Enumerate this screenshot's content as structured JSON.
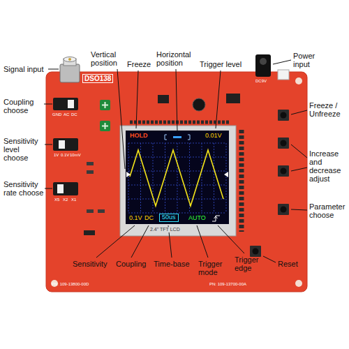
{
  "diagram": {
    "nodes": [
      {
        "text": [
          "50us"
        ]
      }
    ],
    "labels": [
      "Signal input",
      "Vertical position",
      "Freeze",
      "Horizontal position",
      "Trigger level",
      "Power input",
      "Coupling choose",
      "Freeze / Unfreeze",
      "Sensitivity level choose",
      "Increase and decrease adjust",
      "Sensitivity rate choose",
      "Parameter choose",
      "Sensitivity",
      "Coupling",
      "Time-base",
      "Trigger mode",
      "Trigger edge",
      "Reset",
      "HOLD",
      "0.01V",
      "0.1V",
      "DC",
      "AUTO",
      "DSO138",
      "GND",
      "AC",
      "DC",
      "1V",
      "0.1V",
      "10mV",
      "X5",
      "X2",
      "X1",
      "2.4\" TFT LCD",
      "PN: 109-13800-00D",
      "PN: 109-13700-00A",
      "DC9V"
    ]
  }
}
